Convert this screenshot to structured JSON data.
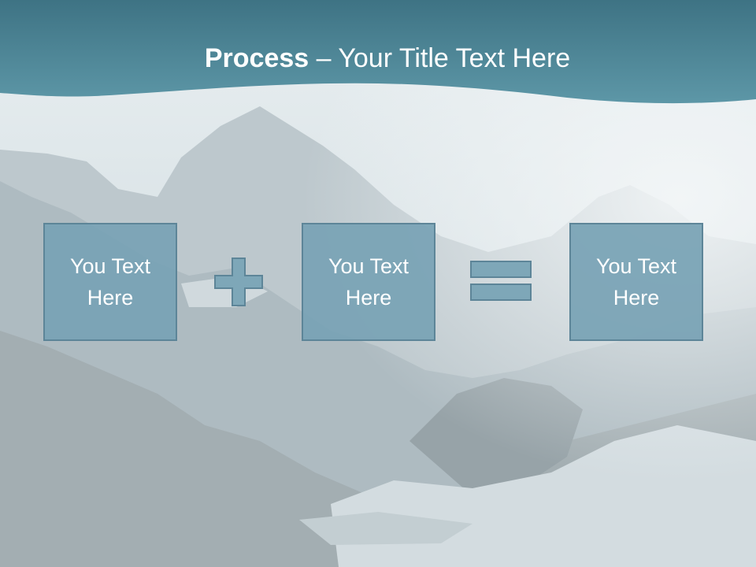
{
  "slide": {
    "title_bold": "Process",
    "title_rest": " – Your Title Text Here",
    "boxes": [
      {
        "text": "You Text Here"
      },
      {
        "text": "You Text Here"
      },
      {
        "text": "You Text Here"
      }
    ],
    "operators": [
      "plus-icon",
      "equals-icon"
    ]
  },
  "colors": {
    "header": "#4e8696",
    "box_fill": "#7ea7b8",
    "box_border": "#5d8598",
    "text": "#ffffff"
  }
}
